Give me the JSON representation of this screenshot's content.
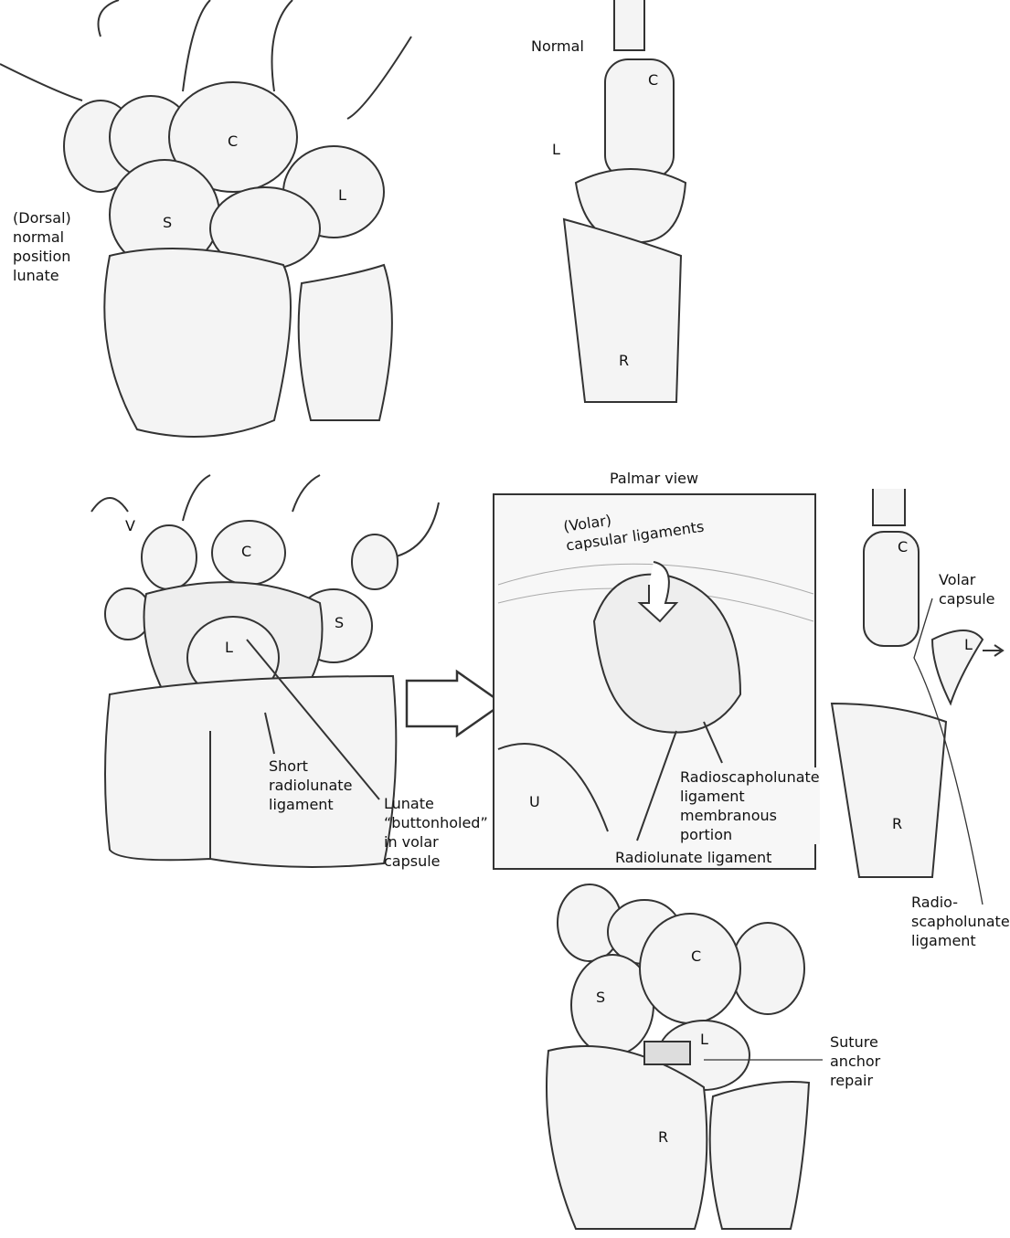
{
  "panel_dorsal": {
    "caption": "(Dorsal)\nnormal\nposition\nlunate",
    "C": "C",
    "S": "S",
    "L": "L"
  },
  "panel_normal_lateral": {
    "title": "Normal",
    "C": "C",
    "L": "L",
    "R": "R"
  },
  "panel_palmar_dislocated": {
    "V": "V",
    "C": "C",
    "S": "S",
    "L": "L",
    "short_ligament": "Short\nradiolunate\nligament",
    "lunate_buttonholed": "Lunate\n“buttonholed”\nin volar\ncapsule"
  },
  "panel_palmar_view": {
    "title": "Palmar view",
    "capsular": "(Volar)\ncapsular ligaments",
    "U": "U",
    "rsl_membranous": "Radioscapholunate\nligament\nmembranous\nportion",
    "radiolunate": "Radiolunate ligament"
  },
  "panel_dislocated_lateral": {
    "C": "C",
    "L": "L",
    "R": "R",
    "volar_capsule": "Volar\ncapsule",
    "rsl": "Radio-\nscapholunate\nligament"
  },
  "panel_repair": {
    "C": "C",
    "S": "S",
    "L": "L",
    "R": "R",
    "suture": "Suture\nanchor\nrepair"
  }
}
